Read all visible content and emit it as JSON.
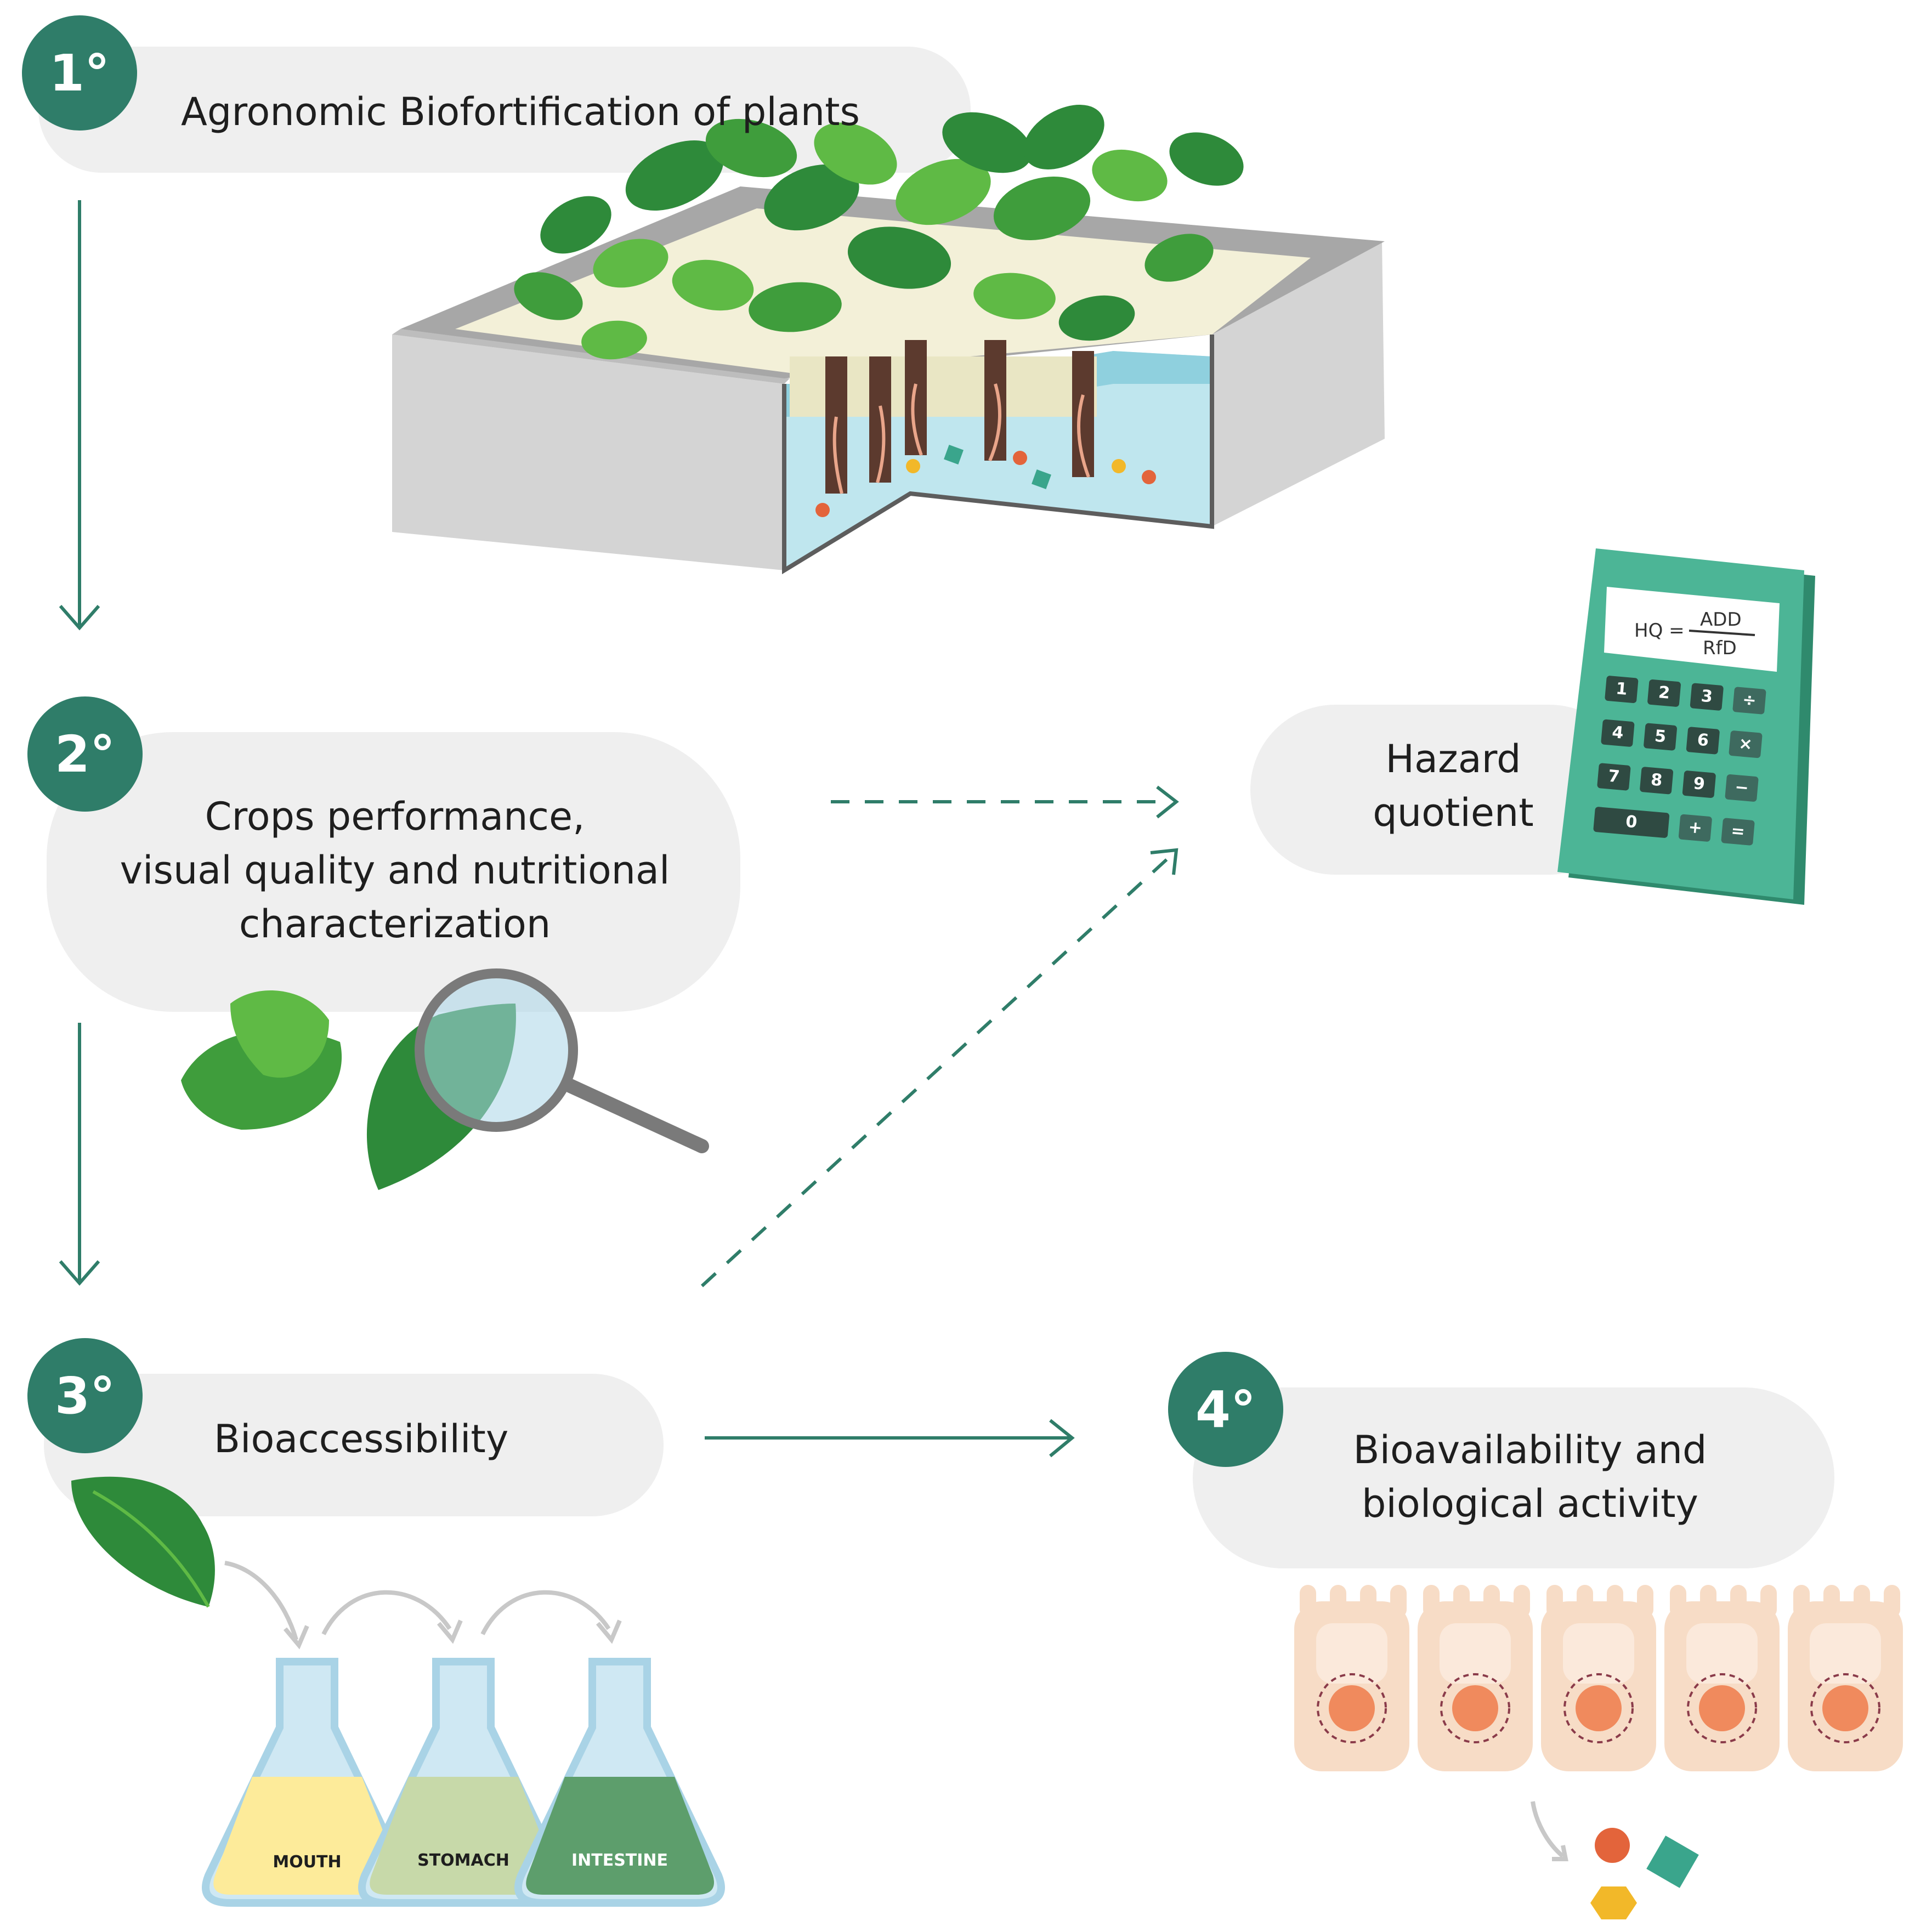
{
  "steps": [
    {
      "badge": "1°",
      "label": "Agronomic Biofortification of plants"
    },
    {
      "badge": "2°",
      "label_lines": [
        "Crops performance,",
        "visual quality and nutritional",
        "characterization"
      ]
    },
    {
      "badge": "3°",
      "label": "Bioaccessibility"
    },
    {
      "badge": "4°",
      "label_lines": [
        "Bioavailability and",
        "biological activity"
      ]
    }
  ],
  "hazard": {
    "label_lines": [
      "Hazard",
      "quotient"
    ],
    "formula": {
      "lhs": "HQ =",
      "numerator": "ADD",
      "denominator": "RfD"
    },
    "keys": [
      "1",
      "2",
      "3",
      "÷",
      "4",
      "5",
      "6",
      "×",
      "7",
      "8",
      "9",
      "−",
      "0",
      "+",
      "="
    ]
  },
  "flasks": [
    "MOUTH",
    "STOMACH",
    "INTESTINE"
  ],
  "colors": {
    "accent": "#2f7d69",
    "pill": "#efefef",
    "calculator": "#4cb596",
    "leaf_dark": "#2e8a3a",
    "leaf_light": "#5fba45",
    "cell": "#f7dcc6",
    "nucleus": "#f08a5d"
  }
}
